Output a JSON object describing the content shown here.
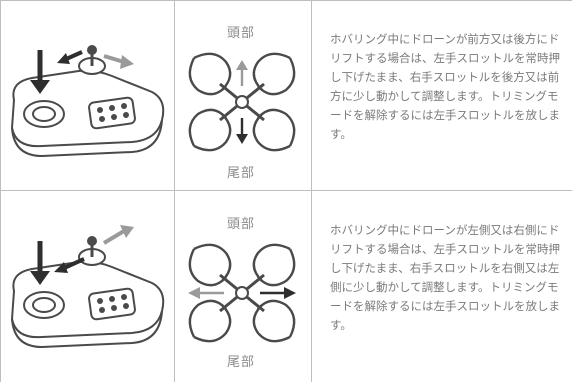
{
  "rows": [
    {
      "top_label": "頭部",
      "bottom_label": "尾部",
      "description": "ホバリング中にドローンが前方又は後方にドリフトする場合は、左手スロットルを常時押し下げたまま、右手スロットルを後方又は前方に少し動かして調整します。トリミングモードを解除するには左手スロットルを放します。"
    },
    {
      "top_label": "頭部",
      "bottom_label": "尾部",
      "description": "ホバリング中にドローンが左側又は右側にドリフトする場合は、左手スロットルを常時押し下げたまま、右手スロットルを右側又は左側に少し動かして調整します。トリミングモードを解除するには左手スロットルを放します。"
    }
  ],
  "colors": {
    "line": "#bdbdbd",
    "drawing": "#4a4a4a",
    "arrow_gray": "#9a9a9a",
    "text": "#7a7a7a"
  }
}
